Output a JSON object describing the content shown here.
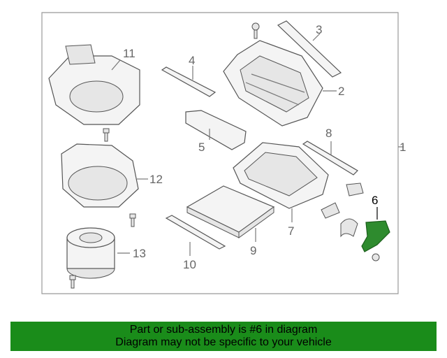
{
  "diagram": {
    "labels": {
      "p1": "1",
      "p2": "2",
      "p3": "3",
      "p4": "4",
      "p5": "5",
      "p6": "6",
      "p7": "7",
      "p8": "8",
      "p9": "9",
      "p10": "10",
      "p11": "11",
      "p12": "12",
      "p13": "13"
    },
    "highlight_color": "#2e8b2e",
    "banner_color": "#1a8c1a"
  },
  "banner": {
    "line1": "Part or sub-assembly is #6 in diagram",
    "line2": "Diagram may not be specific to your vehicle"
  }
}
